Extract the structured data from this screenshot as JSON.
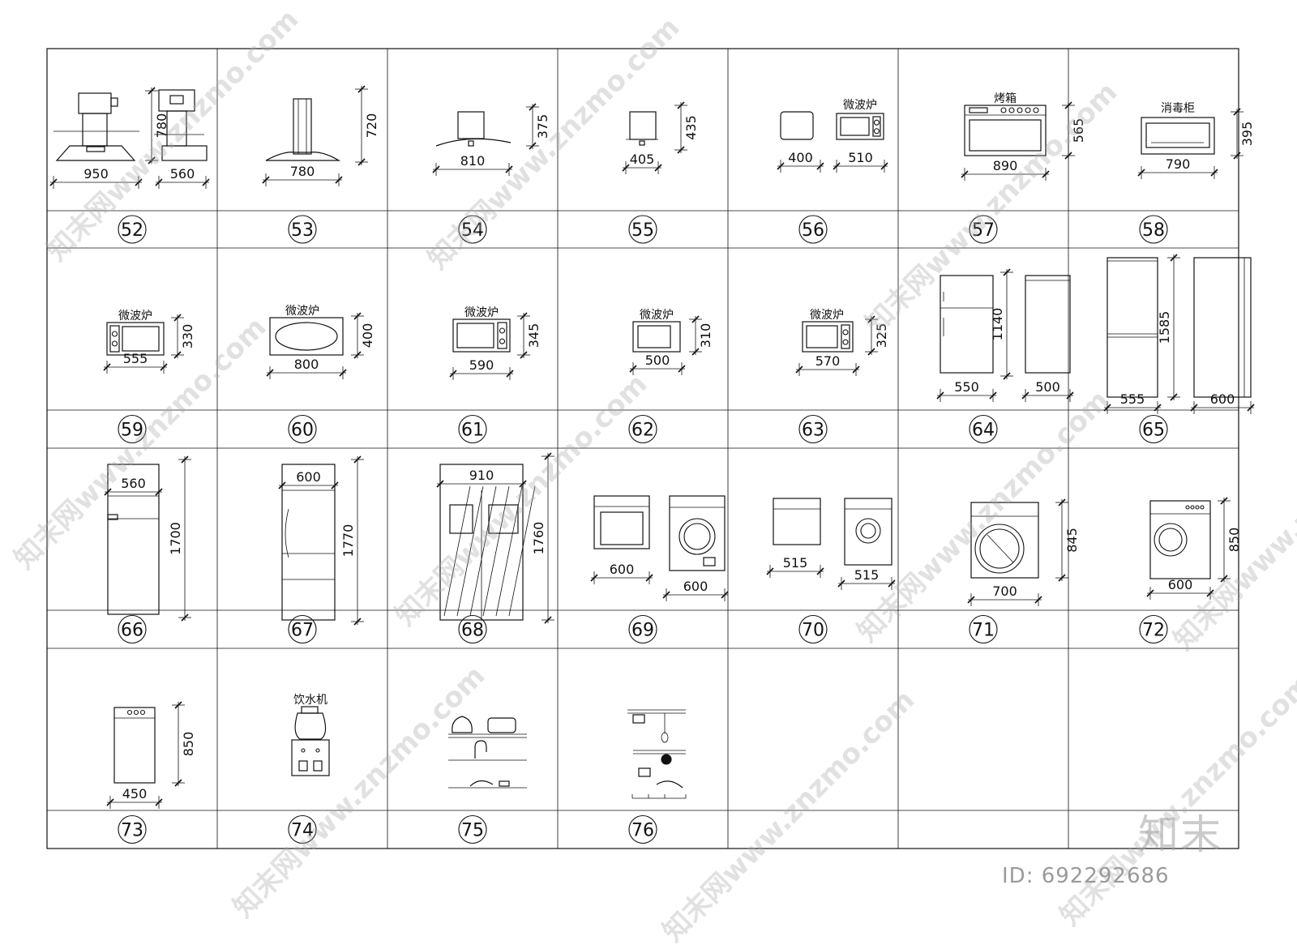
{
  "cells": [
    {
      "num": "52",
      "dims": [
        "950",
        "560",
        "780"
      ]
    },
    {
      "num": "53",
      "dims": [
        "780",
        "720"
      ]
    },
    {
      "num": "54",
      "dims": [
        "810",
        "375"
      ]
    },
    {
      "num": "55",
      "dims": [
        "405",
        "435"
      ]
    },
    {
      "num": "56",
      "label": "微波炉",
      "dims": [
        "400",
        "510"
      ]
    },
    {
      "num": "57",
      "label": "烤箱",
      "dims": [
        "890",
        "565"
      ]
    },
    {
      "num": "58",
      "label": "消毒柜",
      "dims": [
        "790",
        "395"
      ]
    },
    {
      "num": "59",
      "label": "微波炉",
      "dims": [
        "555",
        "330"
      ]
    },
    {
      "num": "60",
      "label": "微波炉",
      "dims": [
        "800",
        "400"
      ]
    },
    {
      "num": "61",
      "label": "微波炉",
      "dims": [
        "590",
        "345"
      ]
    },
    {
      "num": "62",
      "label": "微波炉",
      "dims": [
        "500",
        "310"
      ]
    },
    {
      "num": "63",
      "label": "微波炉",
      "dims": [
        "570",
        "325"
      ]
    },
    {
      "num": "64",
      "dims": [
        "550",
        "500",
        "1140"
      ]
    },
    {
      "num": "65",
      "dims": [
        "555",
        "600",
        "1585"
      ]
    },
    {
      "num": "66",
      "dims": [
        "560",
        "1700"
      ]
    },
    {
      "num": "67",
      "dims": [
        "600",
        "1770"
      ]
    },
    {
      "num": "68",
      "dims": [
        "910",
        "1760"
      ]
    },
    {
      "num": "69",
      "dims": [
        "600",
        "600"
      ]
    },
    {
      "num": "70",
      "dims": [
        "515",
        "515"
      ]
    },
    {
      "num": "71",
      "dims": [
        "700",
        "845"
      ]
    },
    {
      "num": "72",
      "dims": [
        "600",
        "850"
      ]
    },
    {
      "num": "73",
      "dims": [
        "450",
        "850"
      ]
    },
    {
      "num": "74",
      "label": "饮水机",
      "dims": []
    },
    {
      "num": "75",
      "dims": []
    },
    {
      "num": "76",
      "dims": []
    }
  ],
  "watermark": "知末网www.znzmo.com",
  "brand": "知末",
  "image_id": "ID: 692292686"
}
